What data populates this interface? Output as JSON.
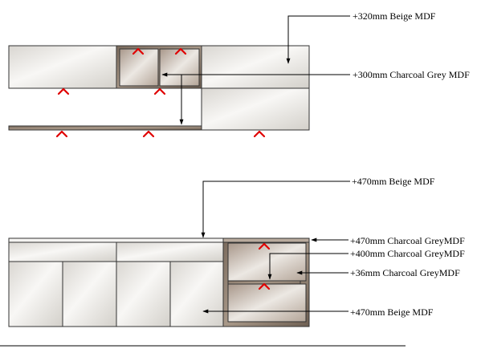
{
  "annotations": {
    "upper_beige": "+320mm Beige MDF",
    "upper_charcoal": "+300mm Charcoal Grey MDF",
    "lower_beige_top": "+470mm Beige MDF",
    "lower_charcoal_frame": "+470mm Charcoal GreyMDF",
    "lower_charcoal_box": "+400mm Charcoal GreyMDF",
    "lower_charcoal_shelf": "+36mm Charcoal GreyMDF",
    "lower_beige_doors": "+470mm Beige MDF"
  },
  "colors": {
    "beige": "#ebe8e3",
    "charcoal": "#8c7c6e",
    "marker": "#e00000"
  }
}
